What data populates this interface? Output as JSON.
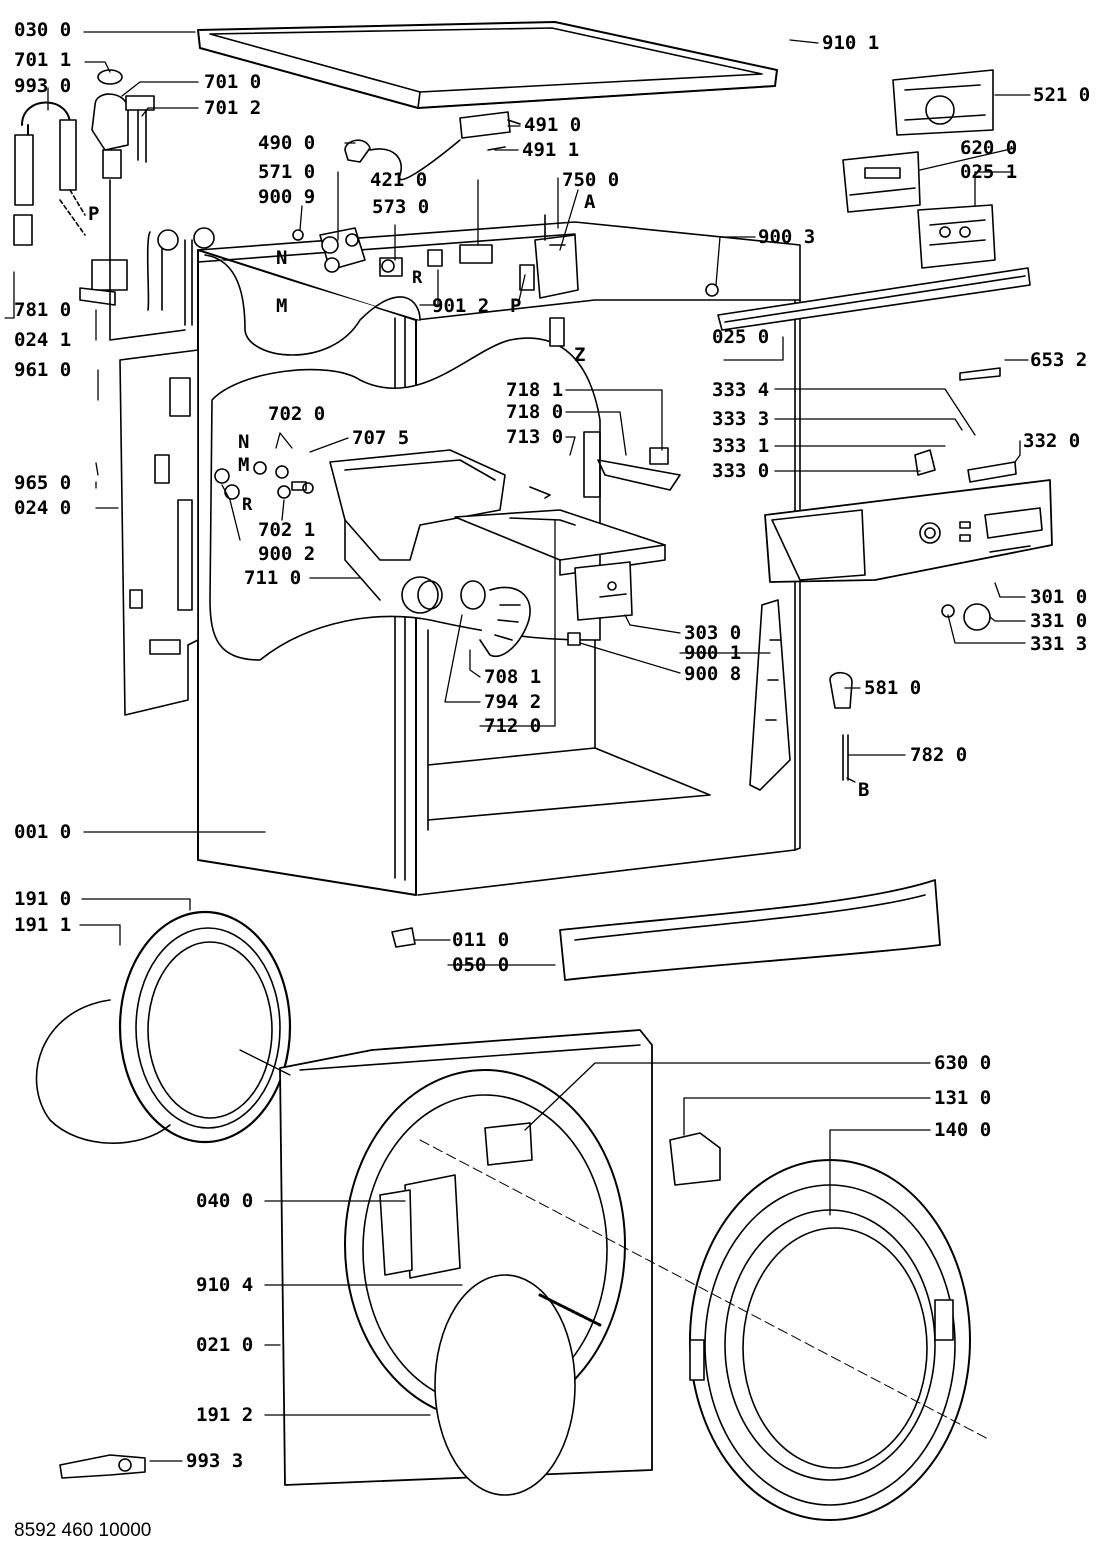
{
  "colors": {
    "line": "#000000",
    "background": "#ffffff",
    "fill": "#ffffff",
    "shade": "#d8d8d8"
  },
  "document_number": "8592 460 10000",
  "parts": {
    "p0300": "030 0",
    "p7011": "701 1",
    "p9930": "993 0",
    "p7010": "701 0",
    "p7012": "701 2",
    "p9101": "910 1",
    "p5210": "521 0",
    "p4910": "491 0",
    "p4911": "491 1",
    "p4900": "490 0",
    "p6200": "620 0",
    "p0251": "025 1",
    "p5710": "571 0",
    "p4210": "421 0",
    "p7500": "750 0",
    "p9009": "900 9",
    "p5730": "573 0",
    "p9003": "900 3",
    "p9012": "901 2",
    "p7810": "781 0",
    "p0241": "024 1",
    "p0250": "025 0",
    "p6532": "653 2",
    "p9610": "961 0",
    "p7181": "718 1",
    "p3334": "333 4",
    "p7180": "718 0",
    "p3333": "333 3",
    "p7020": "702 0",
    "p7075": "707 5",
    "p7130": "713 0",
    "p3331": "333 1",
    "p3320": "332 0",
    "p3330": "333 0",
    "p9650": "965 0",
    "p0240": "024 0",
    "p7021": "702 1",
    "p9002": "900 2",
    "p7110": "711 0",
    "p3010": "301 0",
    "p3310": "331 0",
    "p3030": "303 0",
    "p3313": "331 3",
    "p9001": "900 1",
    "p9008": "900 8",
    "p7081": "708 1",
    "p5810": "581 0",
    "p7942": "794 2",
    "p7120": "712 0",
    "p7820": "782 0",
    "p0010": "001 0",
    "p1910": "191 0",
    "p1911": "191 1",
    "p0110": "011 0",
    "p0500": "050 0",
    "p6300": "630 0",
    "p1310": "131 0",
    "p1400": "140 0",
    "p0400": "040 0",
    "p9104": "910 4",
    "p0210": "021 0",
    "p1912": "191 2",
    "p9933": "993 3"
  },
  "markers": {
    "P1": "P",
    "A": "A",
    "P2": "P",
    "N1": "N",
    "M1": "M",
    "R1": "R",
    "Z": "Z",
    "N2": "N",
    "M2": "M",
    "R2": "R",
    "B": "B"
  }
}
